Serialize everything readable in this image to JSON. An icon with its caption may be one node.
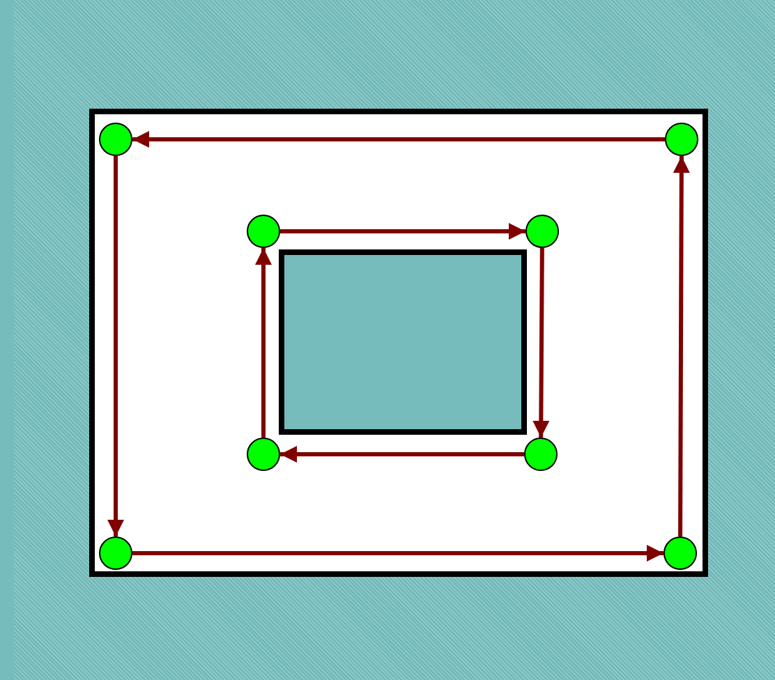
{
  "diagram": {
    "nodes": [
      {
        "text": [],
        "shape": "box"
      },
      {
        "text": [],
        "shape": "box",
        "in": 0
      },
      {
        "text": [],
        "shape": "circle",
        "in": 0
      },
      {
        "text": [],
        "shape": "circle",
        "in": 0
      },
      {
        "text": [],
        "shape": "circle",
        "in": 0
      },
      {
        "text": [],
        "shape": "circle",
        "in": 0
      },
      {
        "text": [],
        "shape": "circle",
        "in": 0
      },
      {
        "text": [],
        "shape": "circle",
        "in": 0
      },
      {
        "text": [],
        "shape": "circle",
        "in": 0
      },
      {
        "text": [],
        "shape": "circle",
        "in": 0
      }
    ],
    "edges": [
      {
        "from": 3,
        "to": 2,
        "arrow": "to"
      },
      {
        "from": 2,
        "to": 8,
        "arrow": "to"
      },
      {
        "from": 8,
        "to": 9,
        "arrow": "to"
      },
      {
        "from": 9,
        "to": 3,
        "arrow": "to"
      },
      {
        "from": 4,
        "to": 5,
        "arrow": "to"
      },
      {
        "from": 5,
        "to": 7,
        "arrow": "to"
      },
      {
        "from": 7,
        "to": 6,
        "arrow": "to"
      },
      {
        "from": 6,
        "to": 4,
        "arrow": "to"
      }
    ]
  }
}
